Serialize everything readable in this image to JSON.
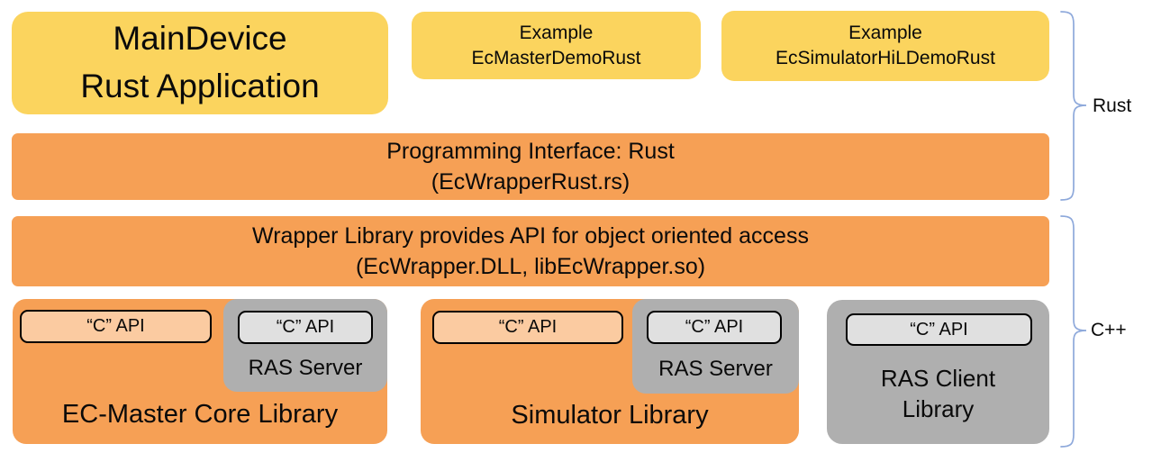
{
  "colors": {
    "yellow": "#FBD45E",
    "orange": "#F6A055",
    "orange_light": "#FBCBA1",
    "gray": "#AFAFAF",
    "gray_light": "#E0E0E0",
    "bracket_blue": "#8EA9DB"
  },
  "top_row": {
    "main_app": {
      "line1": "MainDevice",
      "line2": "Rust Application"
    },
    "example_master": {
      "line1": "Example",
      "line2": "EcMasterDemoRust"
    },
    "example_simulator": {
      "line1": "Example",
      "line2": "EcSimulatorHiLDemoRust"
    }
  },
  "interface_row": {
    "line1": "Programming Interface: Rust",
    "line2": "(EcWrapperRust.rs)"
  },
  "wrapper_row": {
    "line1": "Wrapper Library provides API for object oriented access",
    "line2": "(EcWrapper.DLL, libEcWrapper.so)"
  },
  "bottom_row": {
    "ec_master": {
      "c_api": "“C” API",
      "ras_server": {
        "c_api": "“C” API",
        "label": "RAS Server"
      },
      "label": "EC-Master Core Library"
    },
    "simulator": {
      "c_api": "“C” API",
      "ras_server": {
        "c_api": "“C” API",
        "label": "RAS Server"
      },
      "label": "Simulator Library"
    },
    "ras_client": {
      "c_api": "“C” API",
      "label_line1": "RAS Client",
      "label_line2": "Library"
    }
  },
  "brackets": {
    "rust": "Rust",
    "cpp": "C++"
  }
}
